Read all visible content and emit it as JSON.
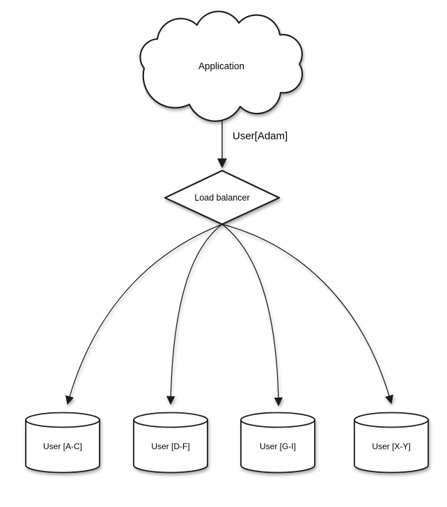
{
  "diagram": {
    "application_node": {
      "label": "Application"
    },
    "request_edge": {
      "label": "User[Adam]"
    },
    "load_balancer_node": {
      "label": "Load balancer"
    },
    "database_nodes": [
      {
        "label": "User [A-C]"
      },
      {
        "label": "User [D-F]"
      },
      {
        "label": "User [G-I]"
      },
      {
        "label": "User [X-Y]"
      }
    ],
    "colors": {
      "background": "#ffffff",
      "stroke": "#1a1a1a",
      "node_fill": "#ffffff",
      "text": "#000000"
    }
  }
}
